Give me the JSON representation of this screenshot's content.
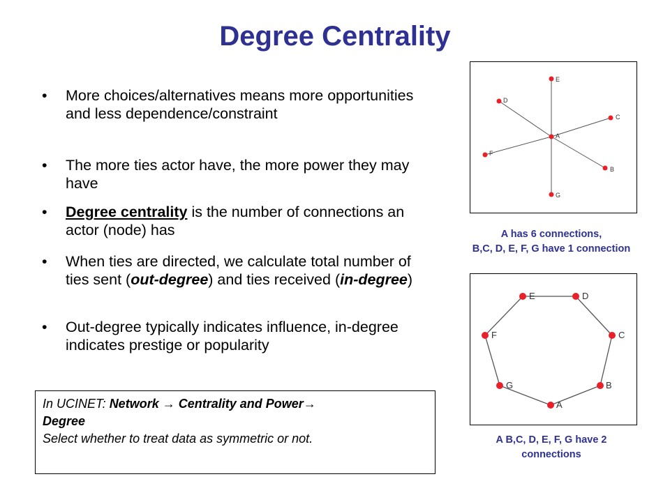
{
  "title": "Degree Centrality",
  "bullets": {
    "b1": "More choices/alternatives means more opportunities and less dependence/constraint",
    "b2": "The more ties actor have, the more power they may have",
    "b3_term": "Degree centrality",
    "b3_rest": " is the number of connections an actor (node) has",
    "b4_pre": "When ties are directed, we calculate total number of ties sent (",
    "b4_out": "out-degree",
    "b4_mid": ") and ties received (",
    "b4_in": "in-degree",
    "b4_post": ")",
    "b5": "Out-degree typically indicates influence, in-degree indicates prestige or popularity"
  },
  "ucinet": {
    "prefix": "In UCINET: ",
    "path1": "Network ",
    "path2": " Centrality and Power",
    "path3": "Degree",
    "line2": "Select whether to treat data as symmetric or not."
  },
  "star": {
    "labels": {
      "A": "A",
      "B": "B",
      "C": "C",
      "D": "D",
      "E": "E",
      "F": "F",
      "G": "G"
    },
    "caption_line1": "A has 6 connections,",
    "caption_line2": "B,C, D, E, F, G have 1 connection"
  },
  "ring": {
    "labels": {
      "A": "A",
      "B": "B",
      "C": "C",
      "D": "D",
      "E": "E",
      "F": "F",
      "G": "G"
    },
    "caption_line1": "A B,C, D, E, F, G have 2",
    "caption_line2": "connections"
  },
  "colors": {
    "title": "#2e3192",
    "node": "#e8202a",
    "edge": "#555555"
  }
}
